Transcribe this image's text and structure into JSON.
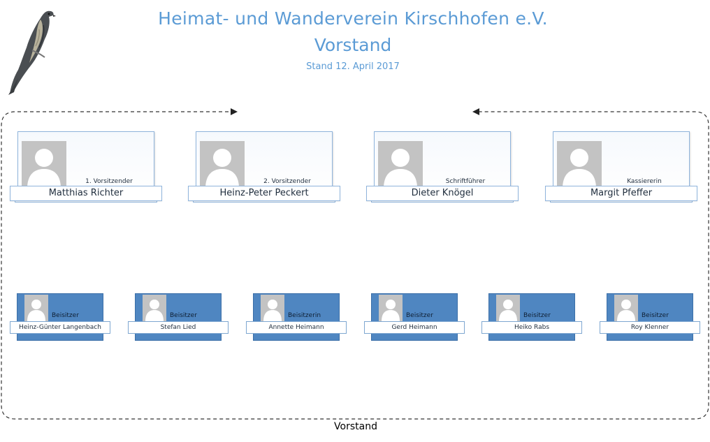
{
  "header": {
    "title_line1": "Heimat- und Wanderverein Kirschhofen e.V.",
    "title_line2": "Vorstand",
    "subtitle": "Stand 12. April 2017"
  },
  "footer": {
    "group_label": "Vorstand"
  },
  "colors": {
    "title": "#5b9bd5",
    "officer_border": "#8fb4dc",
    "assessor_fill": "#4f86c1",
    "photo_placeholder": "#c3c3c3",
    "frame": "#333333"
  },
  "icons": {
    "logo": "bird-logo-icon",
    "photo": "person-placeholder-icon"
  },
  "officers": [
    {
      "role": "1. Vorsitzender",
      "name": "Matthias Richter"
    },
    {
      "role": "2. Vorsitzender",
      "name": "Heinz-Peter Peckert"
    },
    {
      "role": "Schriftführer",
      "name": "Dieter Knögel"
    },
    {
      "role": "Kassiererin",
      "name": "Margit Pfeffer"
    }
  ],
  "assessors": [
    {
      "role": "Beisitzer",
      "name": "Heinz-Günter Langenbach"
    },
    {
      "role": "Beisitzer",
      "name": "Stefan Lied"
    },
    {
      "role": "Beisitzerin",
      "name": "Annette Heimann"
    },
    {
      "role": "Beisitzer",
      "name": "Gerd Heimann"
    },
    {
      "role": "Beisitzer",
      "name": "Heiko Rabs"
    },
    {
      "role": "Beisitzer",
      "name": "Roy Klenner"
    }
  ]
}
